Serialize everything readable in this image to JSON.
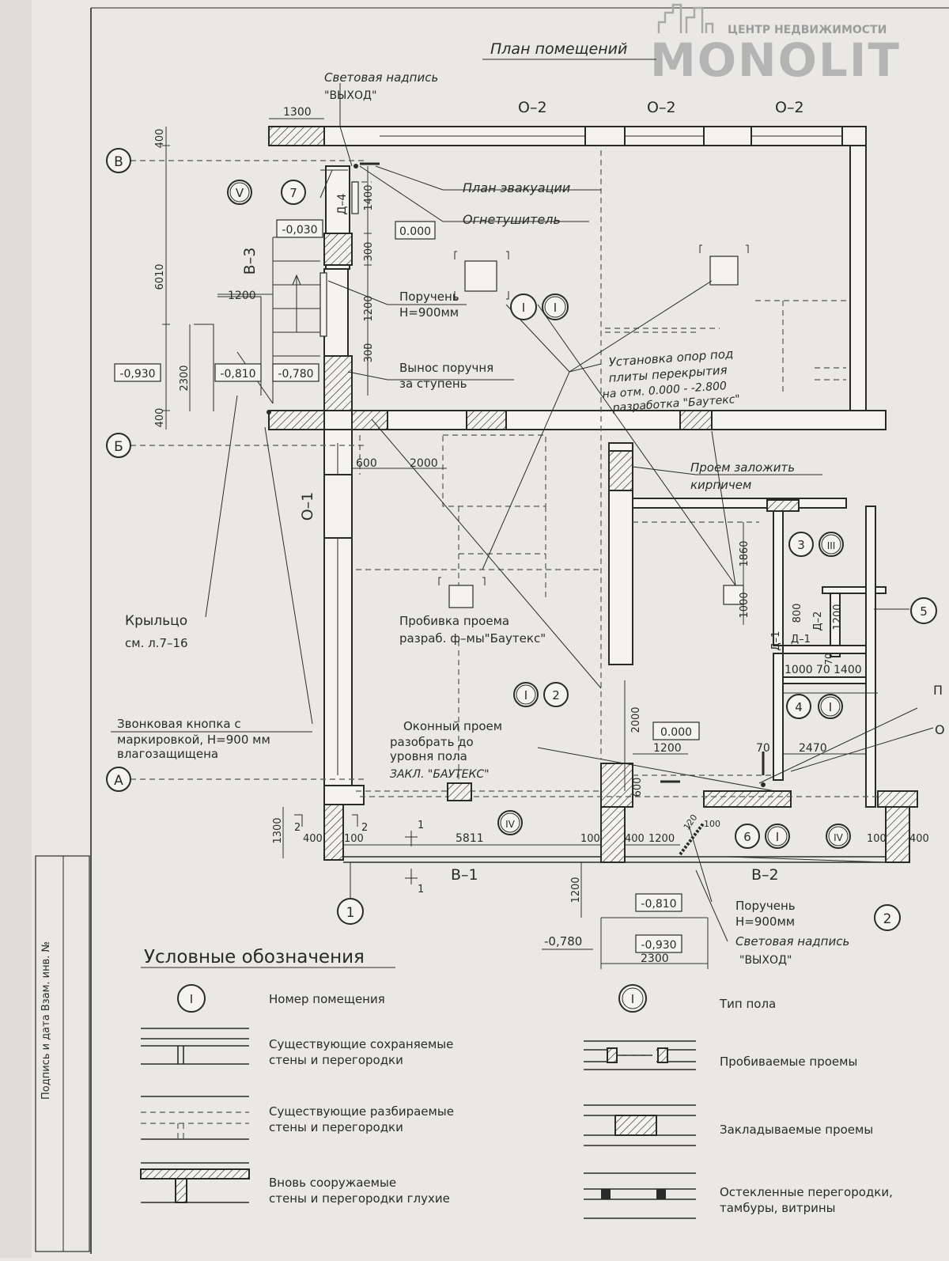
{
  "title": "План помещений",
  "logo": {
    "tagline": "ЦЕНТР НЕДВИЖИМОСТИ",
    "name": "MONOLIT"
  },
  "axes": {
    "B_ru": "В",
    "Bb_ru": "Б",
    "A_ru": "А",
    "n1": "1",
    "n2": "2"
  },
  "window_marks": [
    "О–2",
    "О–2",
    "О–2"
  ],
  "side_mark": "О–1",
  "stair_mark": "В–3",
  "entrance_marks": {
    "b1": "В–1",
    "b2": "В–2"
  },
  "room_marks": {
    "r7": "7",
    "rV": "V",
    "r1a": "I",
    "r1b": "I",
    "r1c": "I",
    "r2": "2",
    "r3": "3",
    "r3t": "III",
    "r4": "4",
    "r4t": "I",
    "r5": "5",
    "r6": "6",
    "r6t": "I",
    "r4b": "IV",
    "r4c": "IV"
  },
  "doors": {
    "d4": "Д–4",
    "d1": "Д–1",
    "d2": "Д–2",
    "d1b": "Д–1"
  },
  "levels": {
    "l1": "-0,030",
    "l2": "0.000",
    "l3": "-0,930",
    "l4": "-0,810",
    "l5": "-0,780",
    "l6": "0.000",
    "l7": "-0,810",
    "l8": "-0,780",
    "l9": "-0,930"
  },
  "dims": {
    "d1300t": "1300",
    "d400a": "400",
    "d6010": "6010",
    "d2300": "2300",
    "d400b": "400",
    "d1200a": "1200",
    "d1400": "1400",
    "d300a": "300",
    "d1200b": "1200",
    "d300b": "300",
    "d600": "600",
    "d2000a": "2000",
    "d1860": "1860",
    "d1000": "1000",
    "d800": "800",
    "d1200c": "1200",
    "d70a": "70",
    "d1000b": "1000",
    "d70b": "70",
    "d1400b": "1400",
    "d70c": "70",
    "d2470": "2470",
    "d2000b": "2000",
    "d1200d": "1200",
    "d600b": "600",
    "d1300": "1300",
    "d400c": "400",
    "d100a": "100",
    "d5811": "5811",
    "d100b": "100",
    "d400d": "400",
    "d1200e": "1200",
    "d120": "120",
    "d100c": "100",
    "d100d": "100",
    "d400e": "400",
    "d1200f": "1200",
    "d2300b": "2300",
    "s1a": "1",
    "s1b": "1",
    "s2a": "2",
    "s2b": "2"
  },
  "notes": {
    "exit_sign_top_1": "Световая надпись",
    "exit_sign_top_2": "\"ВЫХОД\"",
    "evac_plan": "План эвакуации",
    "extinguisher": "Огнетушитель",
    "handrail_1": "Поручень",
    "handrail_2": "Н=900мм",
    "handrail_ext_1": "Вынос поручня",
    "handrail_ext_2": "за ступень",
    "supports_1": "Установка опор под",
    "supports_2": "плиты перекрытия",
    "supports_3": "на отм. 0.000 - -2.800",
    "supports_4": "разработка \"Баутекс\"",
    "brick_1": "Проем заложить",
    "brick_2": "кирпичем",
    "porch_1": "Крыльцо",
    "porch_2": "см. л.7–16",
    "punch_1": "Пробивка проема",
    "punch_2": "разраб. ф–мы\"Баутекс\"",
    "bell_1": "Звонковая кнопка с",
    "bell_2": "маркировкой, Н=900 мм",
    "bell_3": "влагозащищена",
    "window_1": "Оконный проем",
    "window_2": "разобрать до",
    "window_3": "уровня пола",
    "window_4": "ЗАКЛ. \"БАУТЕКС\"",
    "handrail_b_1": "Поручень",
    "handrail_b_2": "Н=900мм",
    "exit_b_1": "Световая надпись",
    "exit_b_2": "\"ВЫХОД\"",
    "edge_p": "П",
    "edge_o": "О"
  },
  "legend": {
    "title": "Условные обозначения",
    "room_num_symbol": "I",
    "room_num": "Номер помещения",
    "floor_type_symbol": "I",
    "floor_type": "Тип пола",
    "kept_1": "Существующие сохраняемые",
    "kept_2": "стены и перегородки",
    "punched": "Пробиваемые проемы",
    "demol_1": "Существующие разбираемые",
    "demol_2": "стены и перегородки",
    "filled": "Закладываемые проемы",
    "new_1": "Вновь сооружаемые",
    "new_2": "стены и перегородки глухие",
    "glass_1": "Остекленные перегородки,",
    "glass_2": "тамбуры, витрины"
  },
  "margin_stamp": "Подпись и дата  Взам. инв. №"
}
